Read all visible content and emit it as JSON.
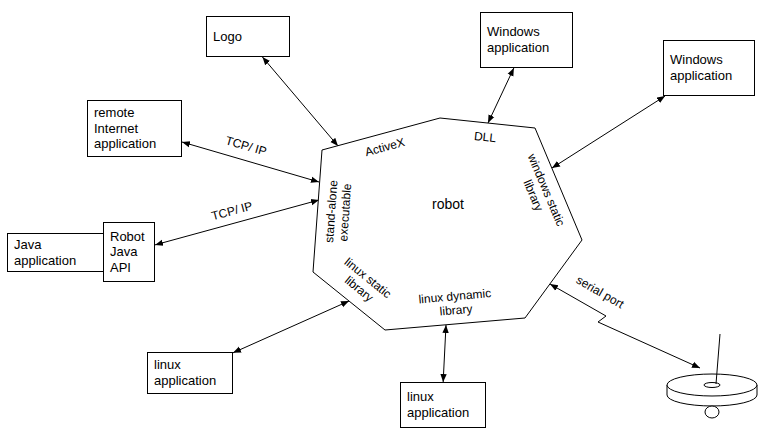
{
  "diagram": {
    "nodes": [
      {
        "text": [
          "Logo"
        ]
      },
      {
        "text": [
          "Windows application"
        ]
      },
      {
        "text": [
          "Windows application"
        ]
      },
      {
        "text": [
          "remote Internet application"
        ]
      },
      {
        "text": [
          "robot",
          "ActiveX",
          "DLL",
          "windows static library",
          "linux dynamic library",
          "linux static library",
          "stand-alone executable"
        ]
      },
      {
        "text": [
          "Java application"
        ]
      },
      {
        "text": [
          "Robot Java API"
        ]
      },
      {
        "text": [
          "linux application"
        ]
      },
      {
        "text": [
          "linux application"
        ]
      }
    ],
    "edges": [
      {
        "from": 0,
        "to": 4,
        "arrow": "both"
      },
      {
        "from": 1,
        "to": 4,
        "arrow": "both"
      },
      {
        "from": 2,
        "to": 4,
        "arrow": "both"
      },
      {
        "from": 3,
        "to": 4,
        "label": "TCP/ IP",
        "arrow": "both"
      },
      {
        "from": 6,
        "to": 4,
        "label": "TCP/ IP",
        "arrow": "both"
      },
      {
        "from": 7,
        "to": 4,
        "arrow": "both"
      },
      {
        "from": 8,
        "to": 4,
        "arrow": "both"
      }
    ],
    "labels": [
      "serial port"
    ]
  }
}
